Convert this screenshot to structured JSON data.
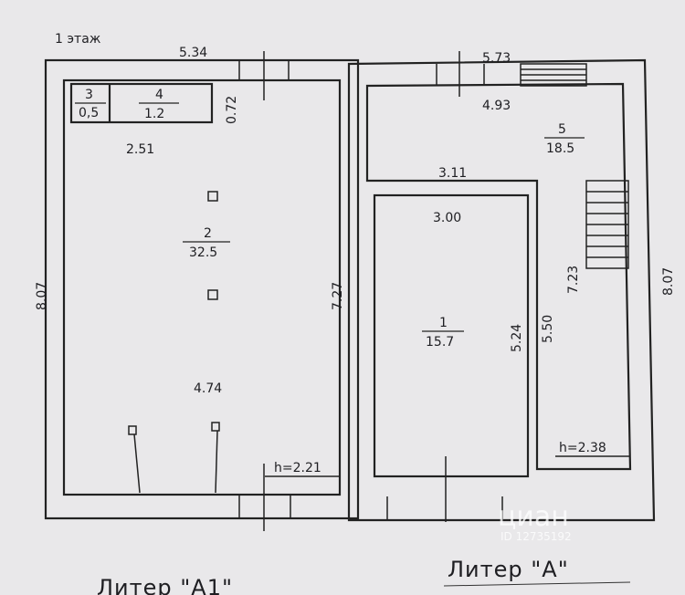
{
  "floor_label": "1 этаж",
  "dims": {
    "a1_top": "5.34",
    "a1_left": "8.07",
    "a1_right": "7.27",
    "a1_bottom": "4.74",
    "a1_inner": "2.51",
    "a1_small": "0.72",
    "a_top": "5.73",
    "a_inner_top": "4.93",
    "a_mid": "3.11",
    "a_room1_top": "3.00",
    "a_room1_side": "5.24",
    "a_corridor": "5.50",
    "a_stairs": "7.23",
    "a_right": "8.07"
  },
  "rooms": [
    {
      "num": "1",
      "area": "15.7"
    },
    {
      "num": "2",
      "area": "32.5"
    },
    {
      "num": "3",
      "area": "0,5"
    },
    {
      "num": "4",
      "area": "1.2"
    },
    {
      "num": "5",
      "area": "18.5"
    }
  ],
  "heights": {
    "a1": "h=2.21",
    "a": "h=2.38"
  },
  "liter_labels": {
    "a1": "Литер \"А1\"",
    "a": "Литер \"А\""
  },
  "watermark": {
    "brand": "циан",
    "id": "ID 12735192"
  }
}
